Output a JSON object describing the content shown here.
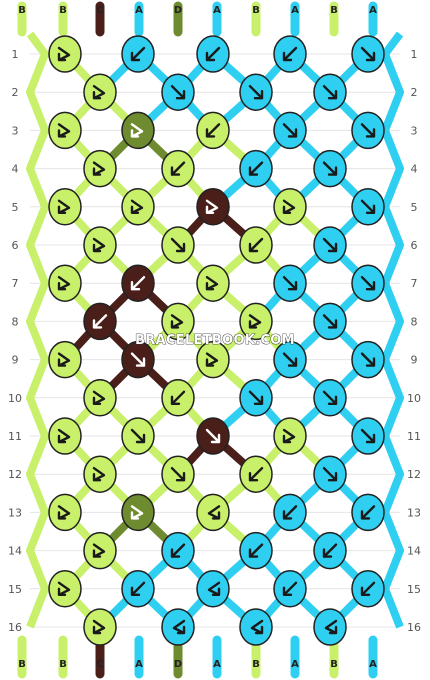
{
  "watermark": "BRACELETBOOK.COM",
  "colors": {
    "A": "#2ecff0",
    "B": "#c8f06a",
    "C": "#4a1f1a",
    "D": "#6e8b2f"
  },
  "top_strings": [
    "B",
    "B",
    "C",
    "A",
    "D",
    "A",
    "B",
    "A",
    "B",
    "A"
  ],
  "bottom_strings": [
    "B",
    "B",
    "C",
    "A",
    "D",
    "A",
    "B",
    "A",
    "B",
    "A"
  ],
  "row_numbers": [
    "1",
    "2",
    "3",
    "4",
    "5",
    "6",
    "7",
    "8",
    "9",
    "10",
    "11",
    "12",
    "13",
    "14",
    "15",
    "16"
  ],
  "knot_rows": [
    [
      {
        "c": "B",
        "t": "fb"
      },
      {
        "c": "A",
        "t": "b"
      },
      {
        "c": "A",
        "t": "b"
      },
      {
        "c": "A",
        "t": "b"
      },
      {
        "c": "A",
        "t": "f"
      }
    ],
    [
      {
        "c": "B",
        "t": "fb"
      },
      {
        "c": "A",
        "t": "f"
      },
      {
        "c": "A",
        "t": "f"
      },
      {
        "c": "A",
        "t": "f"
      }
    ],
    [
      {
        "c": "B",
        "t": "fb"
      },
      {
        "c": "D",
        "t": "fb"
      },
      {
        "c": "B",
        "t": "b"
      },
      {
        "c": "A",
        "t": "f"
      },
      {
        "c": "A",
        "t": "f"
      }
    ],
    [
      {
        "c": "B",
        "t": "fb"
      },
      {
        "c": "B",
        "t": "b"
      },
      {
        "c": "A",
        "t": "b"
      },
      {
        "c": "A",
        "t": "f"
      }
    ],
    [
      {
        "c": "B",
        "t": "fb"
      },
      {
        "c": "B",
        "t": "fb"
      },
      {
        "c": "C",
        "t": "fb"
      },
      {
        "c": "B",
        "t": "fb"
      },
      {
        "c": "A",
        "t": "f"
      }
    ],
    [
      {
        "c": "B",
        "t": "fb"
      },
      {
        "c": "B",
        "t": "f"
      },
      {
        "c": "B",
        "t": "b"
      },
      {
        "c": "A",
        "t": "f"
      }
    ],
    [
      {
        "c": "B",
        "t": "fb"
      },
      {
        "c": "C",
        "t": "b"
      },
      {
        "c": "B",
        "t": "fb"
      },
      {
        "c": "A",
        "t": "f"
      },
      {
        "c": "A",
        "t": "f"
      }
    ],
    [
      {
        "c": "C",
        "t": "b"
      },
      {
        "c": "B",
        "t": "fb"
      },
      {
        "c": "B",
        "t": "fb"
      },
      {
        "c": "A",
        "t": "f"
      }
    ],
    [
      {
        "c": "B",
        "t": "fb"
      },
      {
        "c": "C",
        "t": "f"
      },
      {
        "c": "B",
        "t": "fb"
      },
      {
        "c": "A",
        "t": "f"
      },
      {
        "c": "A",
        "t": "f"
      }
    ],
    [
      {
        "c": "B",
        "t": "fb"
      },
      {
        "c": "B",
        "t": "b"
      },
      {
        "c": "A",
        "t": "f"
      },
      {
        "c": "A",
        "t": "f"
      }
    ],
    [
      {
        "c": "B",
        "t": "fb"
      },
      {
        "c": "B",
        "t": "f"
      },
      {
        "c": "C",
        "t": "f"
      },
      {
        "c": "B",
        "t": "fb"
      },
      {
        "c": "A",
        "t": "f"
      }
    ],
    [
      {
        "c": "B",
        "t": "fb"
      },
      {
        "c": "B",
        "t": "f"
      },
      {
        "c": "B",
        "t": "b"
      },
      {
        "c": "A",
        "t": "f"
      }
    ],
    [
      {
        "c": "B",
        "t": "fb"
      },
      {
        "c": "D",
        "t": "fb"
      },
      {
        "c": "B",
        "t": "bf"
      },
      {
        "c": "A",
        "t": "b"
      },
      {
        "c": "A",
        "t": "b"
      }
    ],
    [
      {
        "c": "B",
        "t": "fb"
      },
      {
        "c": "A",
        "t": "b"
      },
      {
        "c": "A",
        "t": "b"
      },
      {
        "c": "A",
        "t": "b"
      }
    ],
    [
      {
        "c": "B",
        "t": "fb"
      },
      {
        "c": "A",
        "t": "b"
      },
      {
        "c": "A",
        "t": "bf"
      },
      {
        "c": "A",
        "t": "b"
      },
      {
        "c": "A",
        "t": "b"
      }
    ],
    [
      {
        "c": "B",
        "t": "fb"
      },
      {
        "c": "A",
        "t": "bf"
      },
      {
        "c": "A",
        "t": "bf"
      },
      {
        "c": "A",
        "t": "bf"
      }
    ]
  ]
}
